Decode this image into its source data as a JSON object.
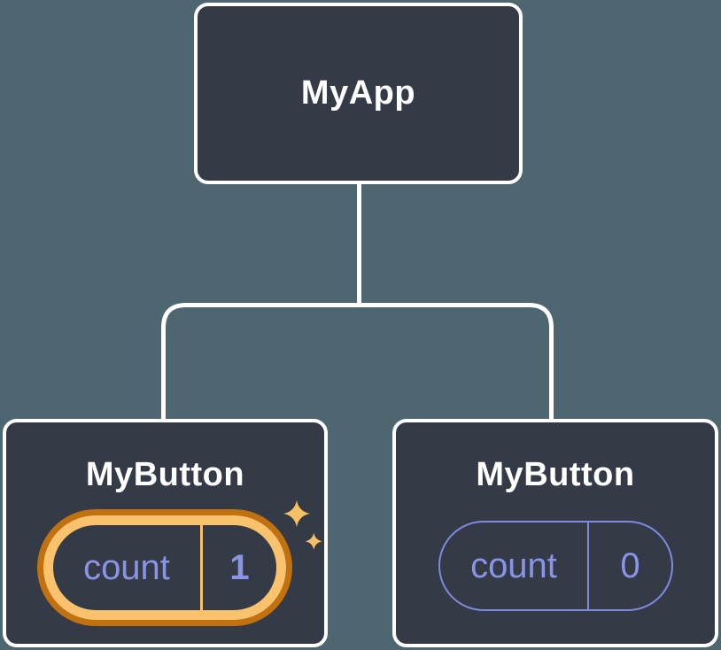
{
  "diagram": {
    "root": {
      "label": "MyApp"
    },
    "children": [
      {
        "label": "MyButton",
        "highlighted": true,
        "state": {
          "key": "count",
          "value": "1"
        }
      },
      {
        "label": "MyButton",
        "highlighted": false,
        "state": {
          "key": "count",
          "value": "0"
        }
      }
    ]
  },
  "icons": {
    "sparkle_large": "four-point-star",
    "sparkle_small": "four-point-star"
  },
  "colors": {
    "bg": "#4D6670",
    "node_bg": "#343A46",
    "node_border": "#FFFFFF",
    "connector": "#FFFFFF",
    "text_primary": "#FFFFFF",
    "state_text": "#8A94E6",
    "state_border": "#7F8ADF",
    "highlight_orange": "#FBC26D",
    "highlight_orange_dark": "#C1710F",
    "sparkle": "#F7C065"
  }
}
